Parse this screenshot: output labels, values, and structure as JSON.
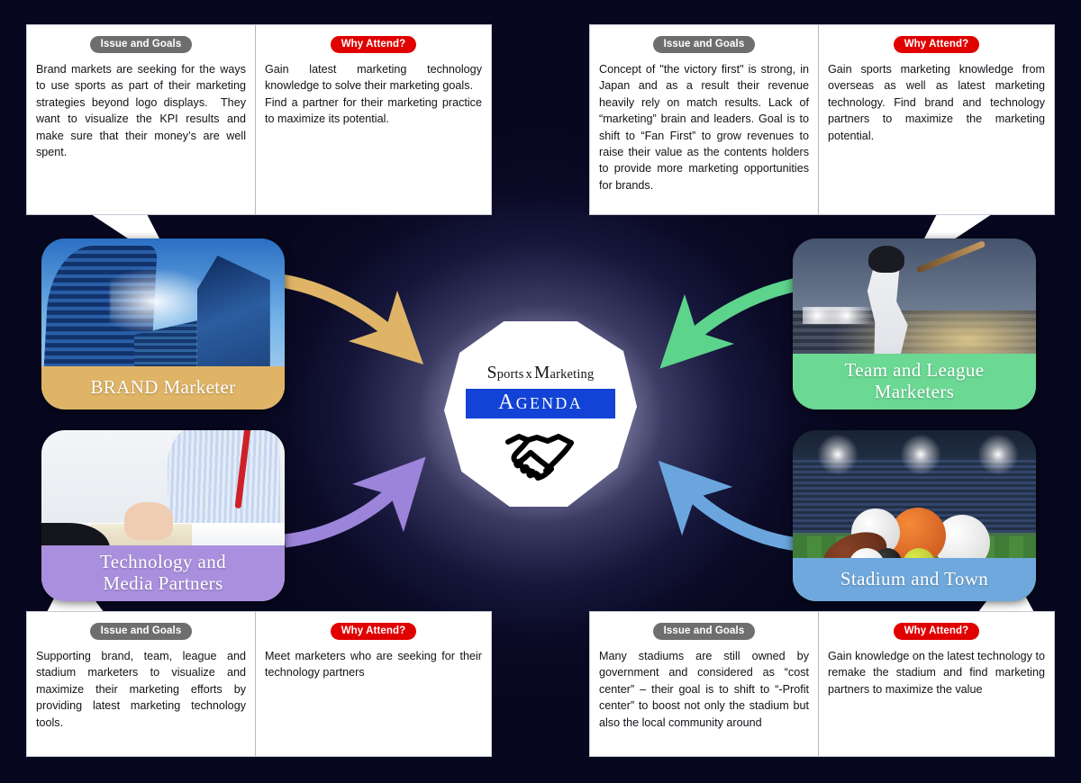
{
  "theme": {
    "background": "#07071f",
    "issue_chip_color": "#6e6e6e",
    "why_chip_color": "#e00000",
    "logo_band_color": "#1243d6"
  },
  "center_logo": {
    "line1_part1": "S",
    "line1_part2": "ports",
    "line1_x": "x",
    "line1_part3": "M",
    "line1_part4": "arketing",
    "full_line1": "SportsXMarketing",
    "line2_cap": "A",
    "line2_rest": "GENDA",
    "full_line2": "AGENDA",
    "icon": "handshake-icon"
  },
  "chips": {
    "issue": "Issue and Goals",
    "why": "Why Attend?"
  },
  "cards": [
    {
      "id": "brand-marketer",
      "title": "BRAND Marketer",
      "band_color": "#dfb467",
      "arrow_color": "#dfb467",
      "photo": "skyscrapers-photo"
    },
    {
      "id": "team-league-marketers",
      "title": "Team and League\nMarketers",
      "band_color": "#6bd894",
      "arrow_color": "#5dd48b",
      "photo": "baseball-batter-photo"
    },
    {
      "id": "technology-media-partners",
      "title": "Technology and\nMedia Partners",
      "band_color": "#a98fdd",
      "arrow_color": "#9b84d9",
      "photo": "office-meeting-photo"
    },
    {
      "id": "stadium-and-town",
      "title": "Stadium and Town",
      "band_color": "#6fa8dc",
      "arrow_color": "#6aa6dd",
      "photo": "sports-balls-stadium-photo"
    }
  ],
  "panels": {
    "top_left": {
      "issue": "Brand markets are seeking for the ways to use sports as part of their marketing strategies beyond logo displays.  They want to visualize the KPI results and make sure that their money’s are well spent.",
      "why": "Gain latest marketing technology knowledge to solve their marketing goals.\nFind a partner for their marketing practice to maximize its potential."
    },
    "top_right": {
      "issue": "Concept of \"the victory first\" is strong, in Japan and as a result their revenue heavily rely on match results. Lack of “marketing” brain and leaders. Goal is to shift to “Fan First” to grow revenues to raise their value as the contents holders to provide more marketing opportunities for brands.",
      "why": "Gain sports marketing knowledge from overseas as well as latest marketing technology. Find brand and technology partners to maximize the marketing potential."
    },
    "bottom_left": {
      "issue": "Supporting brand, team, league and stadium marketers to visualize and maximize their marketing efforts by providing latest marketing technology tools.",
      "why": "Meet marketers who are seeking for their technology partners"
    },
    "bottom_right": {
      "issue": "Many stadiums are still owned by government and considered as “cost center” – their goal is to shift to “-Profit center” to boost not only the stadium but also the local community around",
      "why": "Gain knowledge on the latest technology to remake the stadium and find marketing partners to maximize the value"
    }
  }
}
